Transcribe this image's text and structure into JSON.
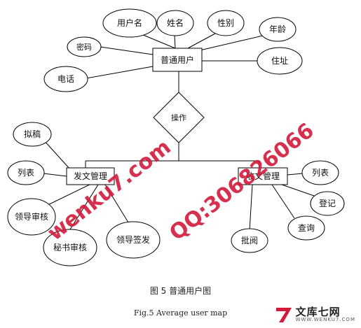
{
  "diagram": {
    "entity_user": "普通用户",
    "relationship": "操作",
    "entity_send": "发文管理",
    "entity_receive": "收文管理",
    "user_attrs": {
      "username": "用户名",
      "name": "姓名",
      "gender": "性别",
      "age": "年龄",
      "password": "密码",
      "address": "住址",
      "phone": "电话"
    },
    "send_attrs": {
      "draft": "拟稿",
      "list": "列表",
      "leader_review": "领导审核",
      "secretary_review": "秘书审核",
      "leader_sign": "领导签发"
    },
    "receive_attrs": {
      "list": "列表",
      "register": "登记",
      "query": "查询",
      "review": "批阅"
    }
  },
  "caption": {
    "chinese": "图 5 普通用户图",
    "english": "Fig.5 Average user map"
  },
  "watermark": {
    "site": "wenku7.com",
    "qq": "QQ:306826066"
  },
  "logo": {
    "name": "文库七网",
    "url": "WWW.WENKU7.COM",
    "mark_color": "#d21a3b"
  }
}
